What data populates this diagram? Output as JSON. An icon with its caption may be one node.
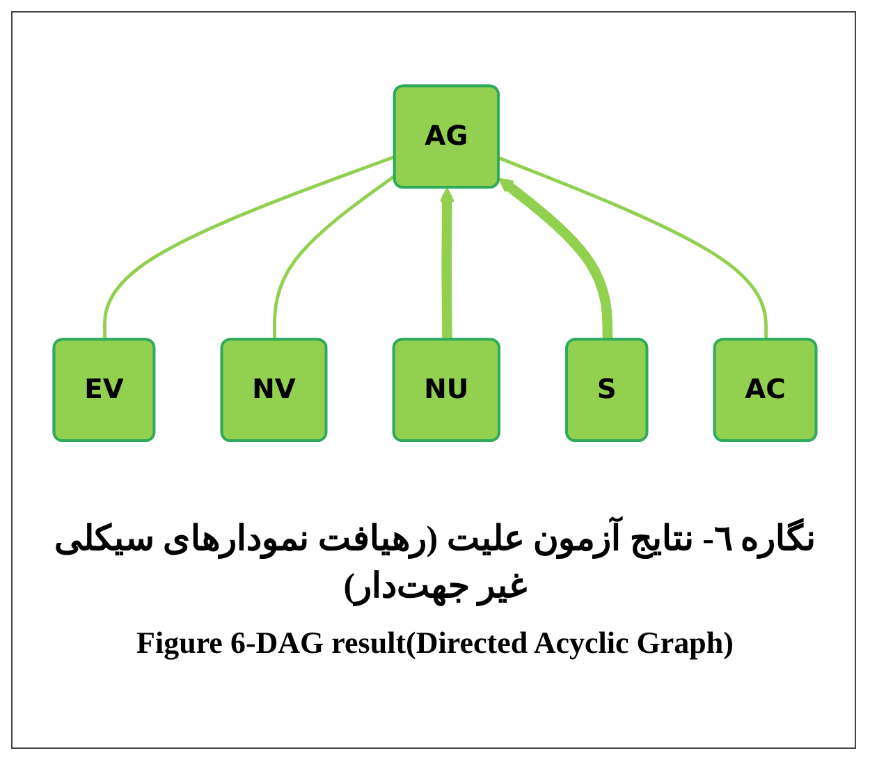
{
  "diagram": {
    "caption": "نگاره ٦- نتایج آزمون علیت (رهیافت نمودارهای سیکلی غیر جهت‌دار)",
    "nodes": [
      {
        "text": [
          "AG"
        ]
      },
      {
        "text": [
          "EV"
        ]
      },
      {
        "text": [
          "AC"
        ]
      },
      {
        "text": [
          "NV"
        ]
      },
      {
        "text": [
          "S"
        ]
      },
      {
        "text": [
          "NU"
        ]
      }
    ],
    "edges": [
      {
        "from": 1,
        "to": 0,
        "arrow": "none"
      },
      {
        "from": 3,
        "to": 0,
        "arrow": "none"
      },
      {
        "from": 5,
        "to": 0,
        "arrow": "to",
        "style": "thick"
      },
      {
        "from": 4,
        "to": 0,
        "arrow": "to",
        "style": "thick"
      },
      {
        "from": 2,
        "to": 0,
        "arrow": "none"
      }
    ],
    "labels": [
      "Figure 6-DAG result(Directed Acyclic Graph)"
    ]
  }
}
